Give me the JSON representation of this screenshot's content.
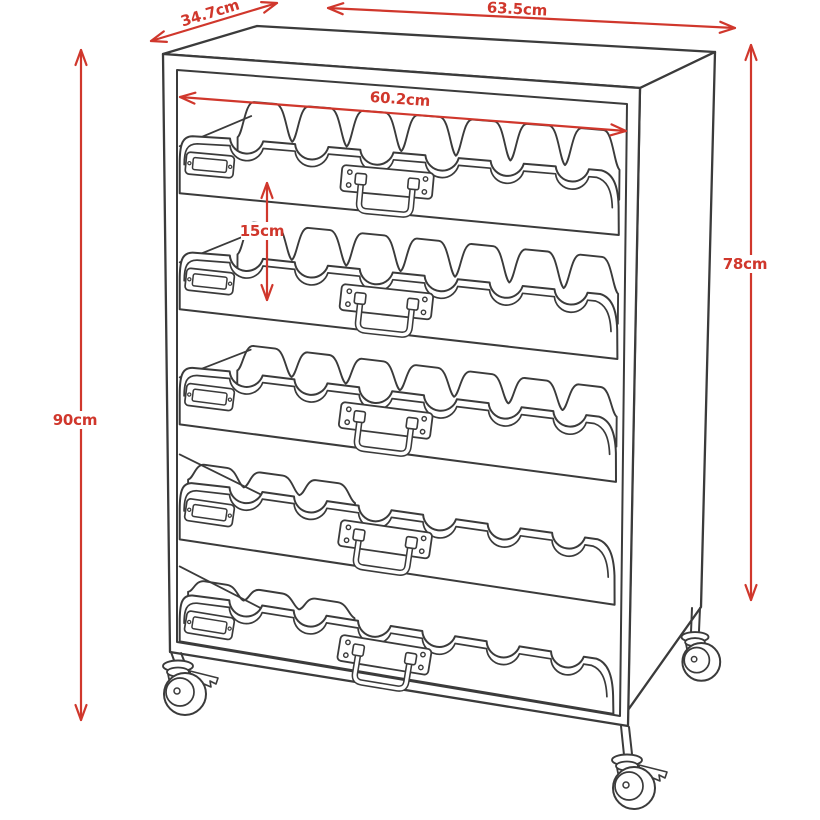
{
  "image": {
    "kind": "technical dimensional line drawing",
    "subject": "five-drawer wine bottle rack trolley on swivel casters"
  },
  "dimensions": {
    "depth": {
      "label": "34.7cm"
    },
    "width": {
      "label": "63.5cm"
    },
    "inner_width": {
      "label": "60.2cm"
    },
    "drawer_height": {
      "label": "15cm"
    },
    "total_height": {
      "label": "90cm"
    },
    "body_height": {
      "label": "78cm"
    }
  },
  "colors": {
    "dimension_accent": "#d0372c",
    "line": "#3b3b3b",
    "background": "#ffffff"
  },
  "figure": {
    "drawer_count": 5,
    "front_scallops_per_drawer": 6,
    "back_cradle_humps_per_drawer": 7,
    "visible_casters": 3,
    "casters_with_brake_lever": 2
  }
}
